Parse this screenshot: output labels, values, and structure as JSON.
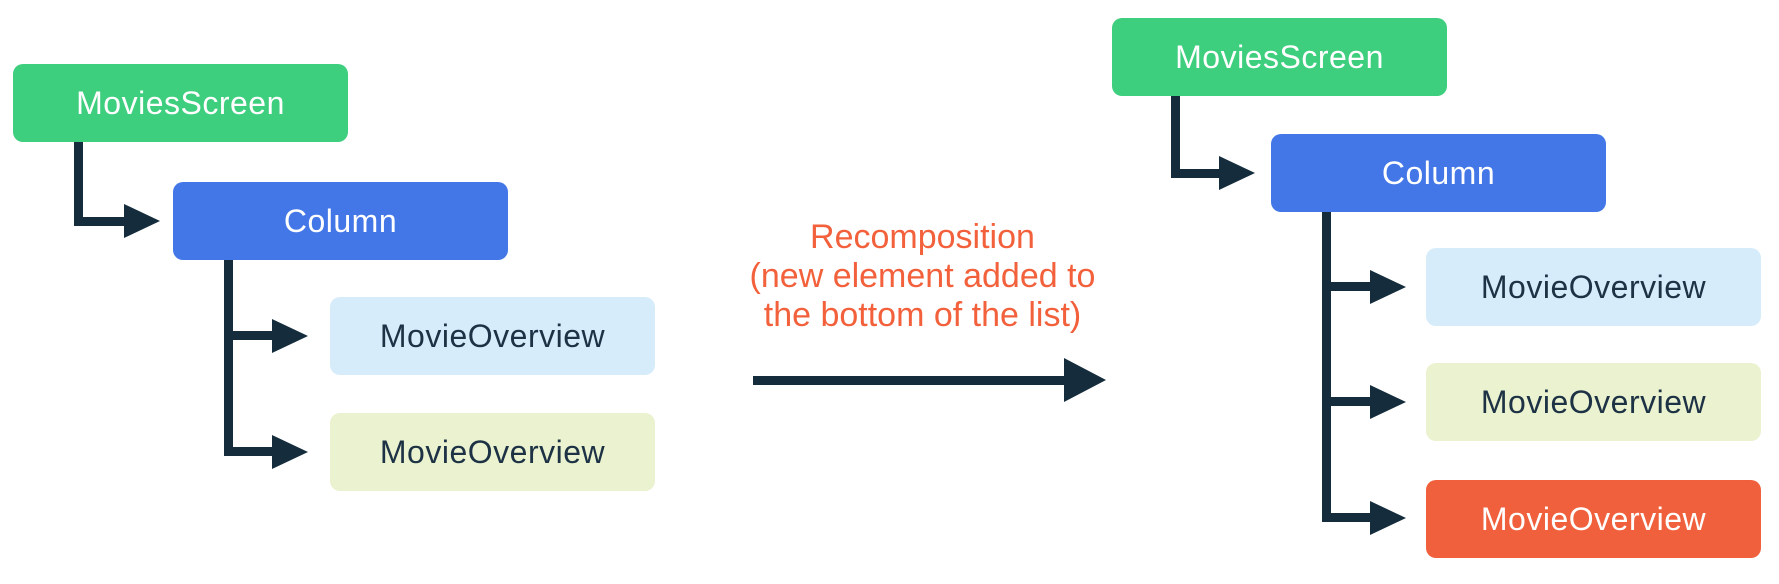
{
  "diagram": {
    "left_tree": {
      "root": "MoviesScreen",
      "container": "Column",
      "children": [
        "MovieOverview",
        "MovieOverview"
      ]
    },
    "right_tree": {
      "root": "MoviesScreen",
      "container": "Column",
      "children": [
        "MovieOverview",
        "MovieOverview",
        "MovieOverview"
      ]
    },
    "annotation": {
      "line1": "Recomposition",
      "line2": "(new element added to",
      "line3": "the bottom of the list)"
    },
    "colors": {
      "root_green": "#3DCE7E",
      "column_blue": "#4377E8",
      "child_blue": "#D6ECFB",
      "child_yellow": "#EAF2CF",
      "child_orange": "#F0603C",
      "connector": "#142C3C",
      "annotation_text": "#F2613B",
      "node_text_dark": "#1D3244",
      "node_text_light": "#FFFFFF"
    }
  }
}
